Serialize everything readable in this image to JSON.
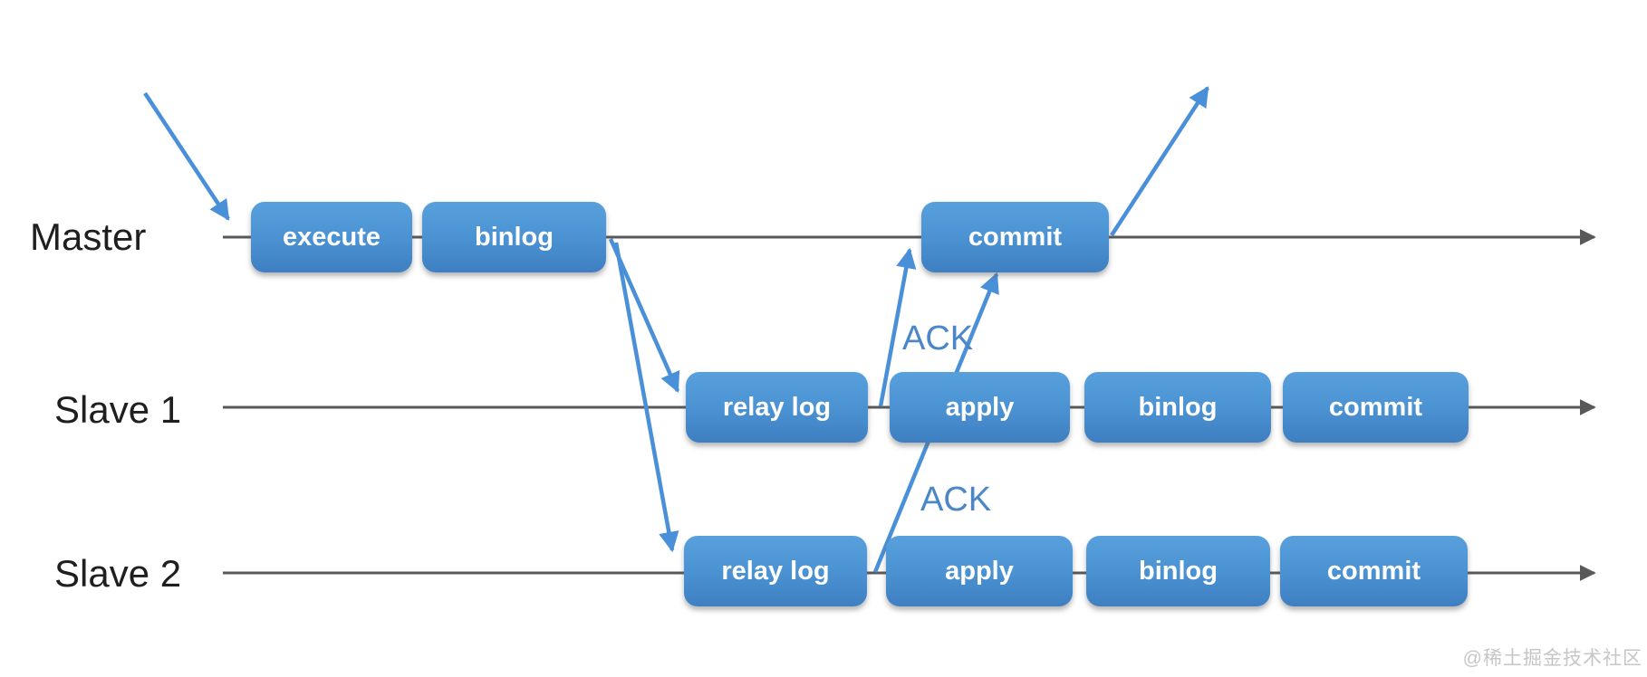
{
  "diagram": {
    "description": "MySQL semi-sync replication timeline diagram",
    "rows": [
      {
        "label": "Master",
        "nodes": [
          {
            "label": "execute"
          },
          {
            "label": "binlog"
          },
          {
            "label": "commit"
          }
        ]
      },
      {
        "label": "Slave 1",
        "nodes": [
          {
            "label": "relay log"
          },
          {
            "label": "apply"
          },
          {
            "label": "binlog"
          },
          {
            "label": "commit"
          }
        ]
      },
      {
        "label": "Slave 2",
        "nodes": [
          {
            "label": "relay log"
          },
          {
            "label": "apply"
          },
          {
            "label": "binlog"
          },
          {
            "label": "commit"
          }
        ]
      }
    ],
    "ack_labels": [
      {
        "text": "ACK"
      },
      {
        "text": "ACK"
      }
    ],
    "watermark": "@稀土掘金技术社区",
    "colors": {
      "node_fill_top": "#58a0dc",
      "node_fill_bottom": "#3e7fc1",
      "node_text": "#ffffff",
      "arrow_blue": "#4a90d9",
      "timeline_gray": "#595959",
      "ack_text": "#4a86c8",
      "row_label_text": "#1f1f1f",
      "watermark_gray": "#c6c6c6",
      "background": "#ffffff"
    }
  }
}
